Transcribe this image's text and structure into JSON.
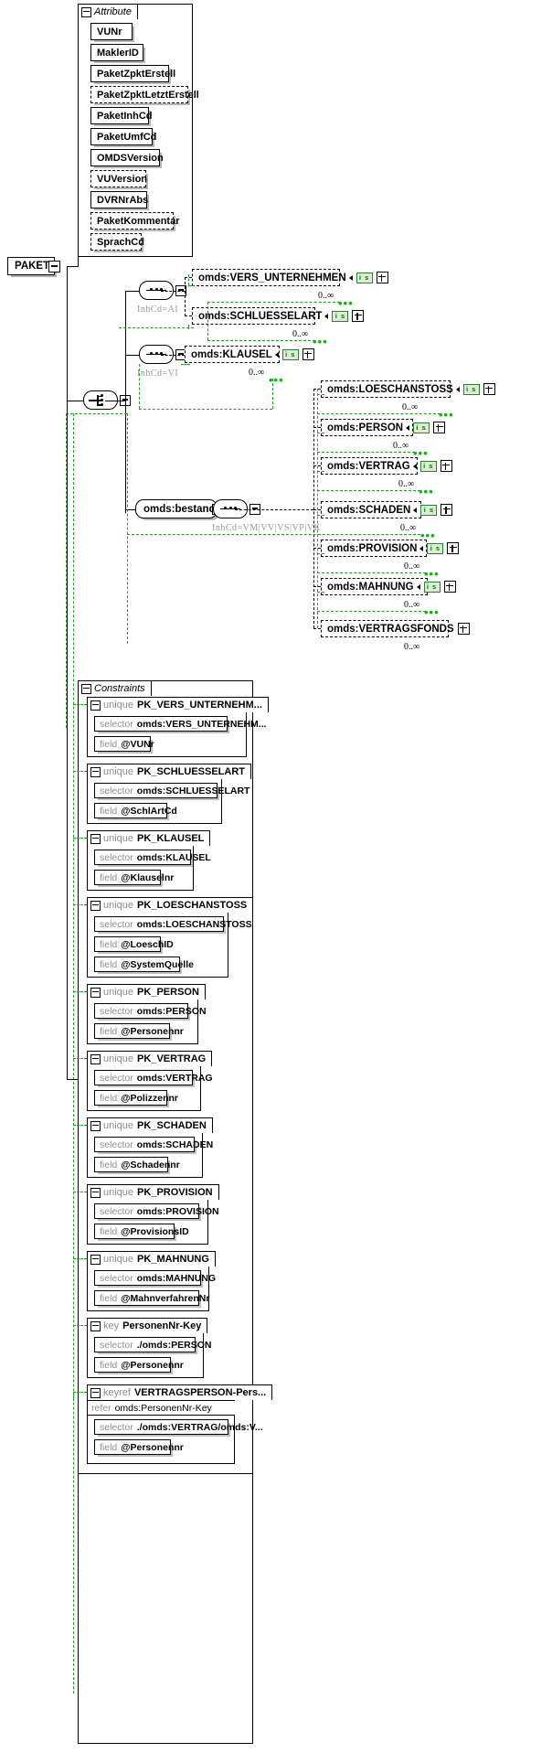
{
  "diagram": {
    "type": "xsd-schema-diagram",
    "root_element": "PAKET",
    "occurrence_label": "0..∞"
  },
  "attribute_group": {
    "title": "Attribute",
    "items": [
      {
        "name": "VUNr",
        "optional": false
      },
      {
        "name": "MaklerID",
        "optional": false
      },
      {
        "name": "PaketZpktErstell",
        "optional": false
      },
      {
        "name": "PaketZpktLetztErstell",
        "optional": true
      },
      {
        "name": "PaketInhCd",
        "optional": false
      },
      {
        "name": "PaketUmfCd",
        "optional": false
      },
      {
        "name": "OMDSVersion",
        "optional": false
      },
      {
        "name": "VUVersion",
        "optional": true
      },
      {
        "name": "DVRNrAbs",
        "optional": false
      },
      {
        "name": "PaketKommentar",
        "optional": true
      },
      {
        "name": "SprachCd",
        "optional": true
      }
    ]
  },
  "content": {
    "branches": [
      {
        "id": "seq-ai",
        "compositor": "sequence",
        "annotation": "InhCd=AI",
        "elements": [
          {
            "name": "omds:VERS_UNTERNEHMEN",
            "badge": "i s",
            "occ": "0..∞"
          },
          {
            "name": "omds:SCHLUESSELART",
            "badge": "i s",
            "occ": "0..∞"
          }
        ]
      },
      {
        "id": "seq-vi",
        "compositor": "sequence",
        "annotation": "InhCd=VI",
        "elements": [
          {
            "name": "omds:KLAUSEL",
            "badge": "i s",
            "occ": "0..∞"
          }
        ]
      },
      {
        "id": "grp-bestand",
        "compositor": "sequence",
        "group_name": "omds:bestand",
        "annotation": "InhCd=VM|VV|VS|VP|VK",
        "elements": [
          {
            "name": "omds:LOESCHANSTOSS",
            "badge": "i s",
            "occ": "0..∞"
          },
          {
            "name": "omds:PERSON",
            "badge": "i s",
            "occ": "0..∞"
          },
          {
            "name": "omds:VERTRAG",
            "badge": "i s",
            "occ": "0..∞"
          },
          {
            "name": "omds:SCHADEN",
            "badge": "i s",
            "occ": "0..∞"
          },
          {
            "name": "omds:PROVISION",
            "badge": "i s",
            "occ": "0..∞"
          },
          {
            "name": "omds:MAHNUNG",
            "badge": "i s",
            "occ": "0..∞"
          },
          {
            "name": "omds:VERTRAGSFONDS",
            "badge": "",
            "occ": "0..∞"
          }
        ]
      }
    ]
  },
  "constraints": {
    "title": "Constraints",
    "items": [
      {
        "kind": "unique",
        "name": "PK_VERS_UNTERNEHM...",
        "selector": "omds:VERS_UNTERNEHM...",
        "field": "@VUNr"
      },
      {
        "kind": "unique",
        "name": "PK_SCHLUESSELART",
        "selector": "omds:SCHLUESSELART",
        "field": "@SchlArtCd"
      },
      {
        "kind": "unique",
        "name": "PK_KLAUSEL",
        "selector": "omds:KLAUSEL",
        "field": "@Klauselnr"
      },
      {
        "kind": "unique",
        "name": "PK_LOESCHANSTOSS",
        "selector": "omds:LOESCHANSTOSS",
        "field": "@LoeschID",
        "field2": "@SystemQuelle"
      },
      {
        "kind": "unique",
        "name": "PK_PERSON",
        "selector": "omds:PERSON",
        "field": "@Personennr"
      },
      {
        "kind": "unique",
        "name": "PK_VERTRAG",
        "selector": "omds:VERTRAG",
        "field": "@Polizzennr"
      },
      {
        "kind": "unique",
        "name": "PK_SCHADEN",
        "selector": "omds:SCHADEN",
        "field": "@Schadennr"
      },
      {
        "kind": "unique",
        "name": "PK_PROVISION",
        "selector": "omds:PROVISION",
        "field": "@ProvisionsID"
      },
      {
        "kind": "unique",
        "name": "PK_MAHNUNG",
        "selector": "omds:MAHNUNG",
        "field": "@MahnverfahrenNr"
      },
      {
        "kind": "key",
        "name": "PersonenNr-Key",
        "selector": "./omds:PERSON",
        "field": "@Personennr"
      },
      {
        "kind": "keyref",
        "name": "VERTRAGSPERSON-Pers...",
        "refer_label": "refer",
        "refer": "omds:PersonenNr-Key",
        "selector": "./omds:VERTRAG/omds:V...",
        "field": "@Personennr"
      }
    ],
    "labels": {
      "selector": "selector",
      "field": "field"
    }
  },
  "colors": {
    "accent_green": "#25a025",
    "badge_bg": "#d8f0cf",
    "shadow": "#bdbdbd"
  }
}
